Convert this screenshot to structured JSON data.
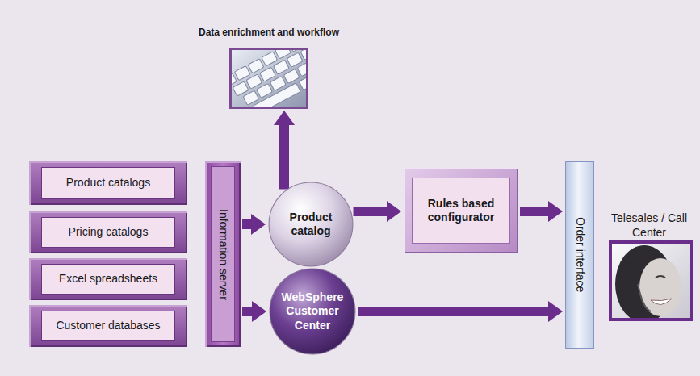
{
  "diagram": {
    "nodes": [
      {
        "text": [
          "Data enrichment and workflow"
        ]
      },
      {
        "text": [
          "Product catalogs"
        ]
      },
      {
        "text": [
          "Pricing catalogs"
        ]
      },
      {
        "text": [
          "Excel spreadsheets"
        ]
      },
      {
        "text": [
          "Customer databases"
        ]
      },
      {
        "text": [
          "Information server"
        ]
      },
      {
        "text": [
          "Product catalog"
        ]
      },
      {
        "text": [
          "WebSphere Customer Center"
        ]
      },
      {
        "text": [
          "Rules based configurator"
        ]
      },
      {
        "text": [
          "Order interface"
        ]
      },
      {
        "text": [
          "Telesales / Call Center"
        ]
      }
    ],
    "edges": [
      {
        "from": 5,
        "to": 6,
        "arrow": "to"
      },
      {
        "from": 5,
        "to": 7,
        "arrow": "to"
      },
      {
        "from": 6,
        "to": 0,
        "arrow": "to"
      },
      {
        "from": 6,
        "to": 8,
        "arrow": "to"
      },
      {
        "from": 8,
        "to": 9,
        "arrow": "to"
      },
      {
        "from": 7,
        "to": 9,
        "arrow": "to"
      }
    ]
  }
}
